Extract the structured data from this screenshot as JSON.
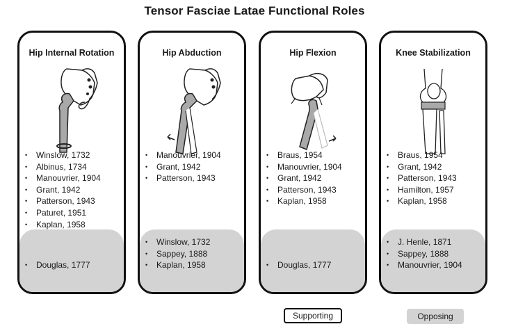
{
  "title": "Tensor Fasciae Latae Functional Roles",
  "panels": [
    {
      "title": "Hip Internal Rotation",
      "illustration_icon": "pelvis-femur-internal-rotation-icon",
      "supporting": [
        "Winslow, 1732",
        "Albinus, 1734",
        "Manouvrier, 1904",
        "Grant, 1942",
        "Patterson, 1943",
        "Paturet, 1951",
        "Kaplan, 1958"
      ],
      "opposing": [
        "Douglas, 1777"
      ]
    },
    {
      "title": "Hip Abduction",
      "illustration_icon": "pelvis-femur-abduction-icon",
      "supporting": [
        "Manouvrier, 1904",
        "Grant, 1942",
        "Patterson, 1943"
      ],
      "opposing": [
        "Winslow, 1732",
        "Sappey, 1888",
        "Kaplan, 1958"
      ]
    },
    {
      "title": "Hip Flexion",
      "illustration_icon": "pelvis-femur-flexion-icon",
      "supporting": [
        "Braus, 1954",
        "Manouvrier, 1904",
        "Grant, 1942",
        "Patterson, 1943",
        "Kaplan, 1958"
      ],
      "opposing": [
        "Douglas, 1777"
      ]
    },
    {
      "title": "Knee Stabilization",
      "illustration_icon": "knee-joint-icon",
      "supporting": [
        "Braus, 1954",
        "Grant, 1942",
        "Patterson, 1943",
        "Hamilton, 1957",
        "Kaplan, 1958"
      ],
      "opposing": [
        "J. Henle, 1871",
        "Sappey, 1888",
        "Manouvrier, 1904"
      ]
    }
  ],
  "legend": {
    "supporting": "Supporting",
    "opposing": "Opposing"
  },
  "colors": {
    "opposing_fill": "#d3d3d3",
    "border": "#111111",
    "bone_highlight": "#a9a9a9"
  }
}
